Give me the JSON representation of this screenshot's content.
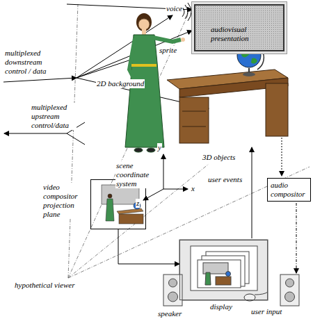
{
  "diagram": {
    "nodes": [
      {
        "text": [
          "audiovisual presentation"
        ]
      },
      {
        "text": [
          "audio compositor"
        ]
      },
      {
        "text": [
          "video compositor projection plane"
        ]
      },
      {
        "text": [
          "display"
        ]
      }
    ],
    "edges": [
      {
        "from": 2,
        "to": 3,
        "arrow": "to"
      }
    ],
    "labels": [
      "multiplexed downstream control / data",
      "voice",
      "sprite",
      "2D background",
      "3D objects",
      "multiplexed upstream control/data",
      "y",
      "scene coordinate system",
      "x",
      "z",
      "user events",
      "hypothetical viewer",
      "speaker",
      "user input"
    ]
  }
}
